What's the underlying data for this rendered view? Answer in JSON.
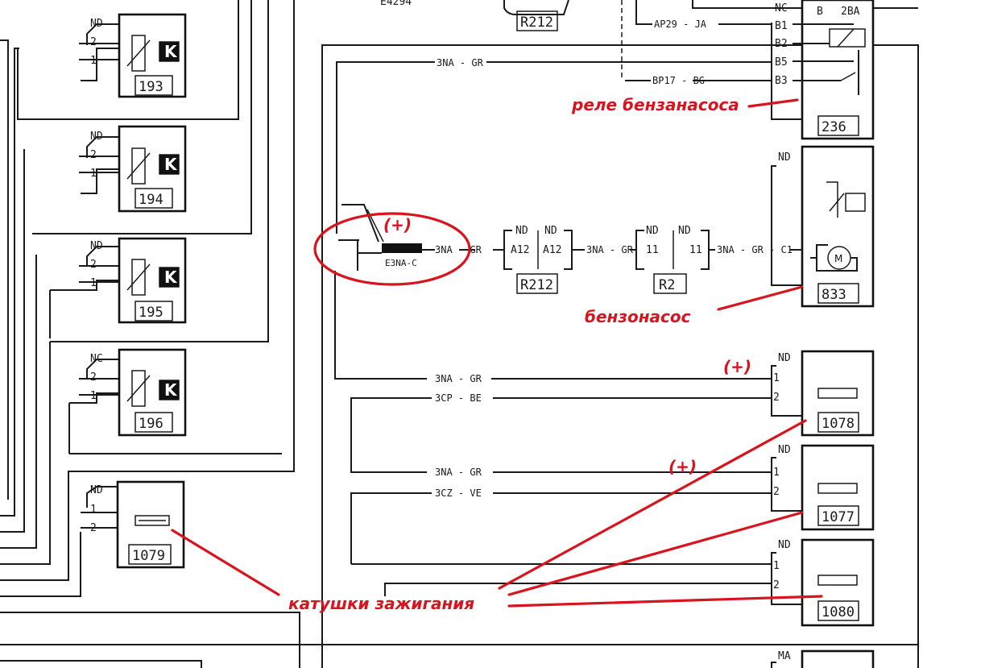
{
  "components": {
    "c193": {
      "code": "193",
      "pins": [
        "2",
        "1"
      ],
      "nd": "ND"
    },
    "c194": {
      "code": "194",
      "pins": [
        "2",
        "1"
      ],
      "nd": "ND"
    },
    "c195": {
      "code": "195",
      "pins": [
        "2",
        "1"
      ],
      "nd": "ND"
    },
    "c196": {
      "code": "196",
      "pins": [
        "2",
        "1"
      ],
      "nd": "NC"
    },
    "c1079": {
      "code": "1079",
      "pins": [
        "1",
        "2"
      ],
      "nd": "ND"
    },
    "c1078": {
      "code": "1078",
      "pins": [
        "1",
        "2"
      ],
      "nd": "ND"
    },
    "c1077": {
      "code": "1077",
      "pins": [
        "1",
        "2"
      ],
      "nd": "ND"
    },
    "c1080": {
      "code": "1080",
      "pins": [
        "1",
        "2"
      ],
      "nd": "ND"
    },
    "c236": {
      "code": "236",
      "pins": [
        "B1",
        "B2",
        "B5",
        "B3"
      ],
      "nc": "NC",
      "b": "B",
      "b2": "2BA"
    },
    "c833": {
      "code": "833",
      "nd": "ND",
      "pin": "C1"
    },
    "c_top": {
      "nd": "MA"
    }
  },
  "connectors": {
    "r212_top": "R212",
    "r212_mid": "R212",
    "r2": "R2",
    "r212_pins": [
      "ND",
      "A12",
      "ND",
      "A12"
    ],
    "r2_pins": [
      "ND",
      "11",
      "ND",
      "11"
    ],
    "splice": "E3NA-C",
    "top_left_code": "E4294"
  },
  "wires": {
    "top_gr": "3NA - GR",
    "ap29": "AP29 - JA",
    "bp17": "BP17 - BG",
    "w_splice": "3NA - GR",
    "w_mid": "3NA - GR",
    "w_c1": "3NA - GR - C1",
    "w1078a": "3NA - GR",
    "w1078b": "3CP - BE",
    "w1077a": "3NA - GR",
    "w1077b": "3CZ - VE"
  },
  "annotations": {
    "relay": "реле бензанасоса",
    "pump": "бензонасос",
    "coils": "катушки зажигания",
    "plus1": "(+)",
    "plus2": "(+)",
    "plus3": "(+)"
  },
  "colors": {
    "annotation": "#d8141e",
    "line": "#1a1a1a"
  }
}
